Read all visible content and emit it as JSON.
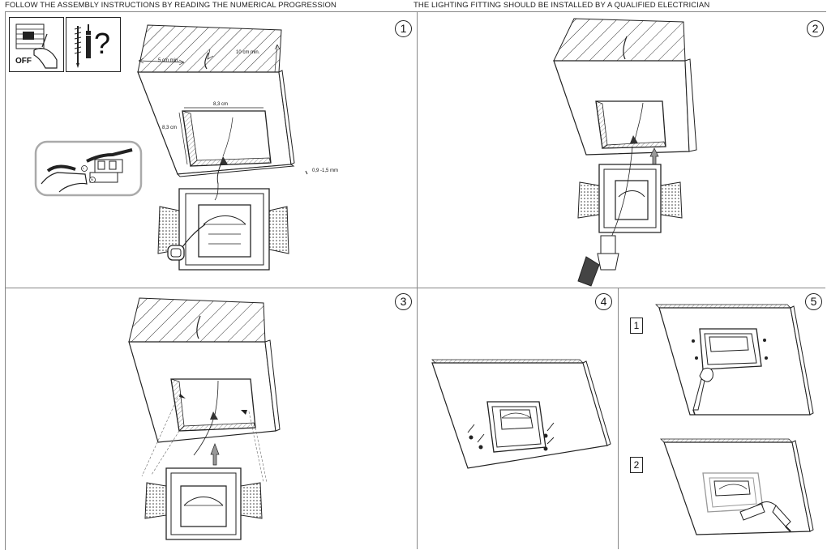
{
  "header": {
    "left_text": "FOLLOW THE ASSEMBLY INSTRUCTIONS BY READING THE NUMERICAL PROGRESSION",
    "right_text": "THE LIGHTING FITTING SHOULD BE INSTALLED BY A QUALIFIED ELECTRICIAN"
  },
  "panels": [
    {
      "number": "1"
    },
    {
      "number": "2"
    },
    {
      "number": "3"
    },
    {
      "number": "4"
    },
    {
      "number": "5",
      "substeps": [
        "1",
        "2"
      ]
    }
  ],
  "icons": {
    "power_off": {
      "label": "OFF",
      "name": "power-off-icon"
    },
    "tools": {
      "glyph": "?",
      "name": "tools-question-icon"
    }
  },
  "dimensions": {
    "side_clearance": "5 cm min.",
    "top_clearance": "10 cm min.",
    "cutout_width": "8,3 cm",
    "cutout_height": "8,3 cm",
    "wire_section": "0,9 -1,5 mm"
  },
  "connector_labels": [
    "L",
    "N"
  ]
}
